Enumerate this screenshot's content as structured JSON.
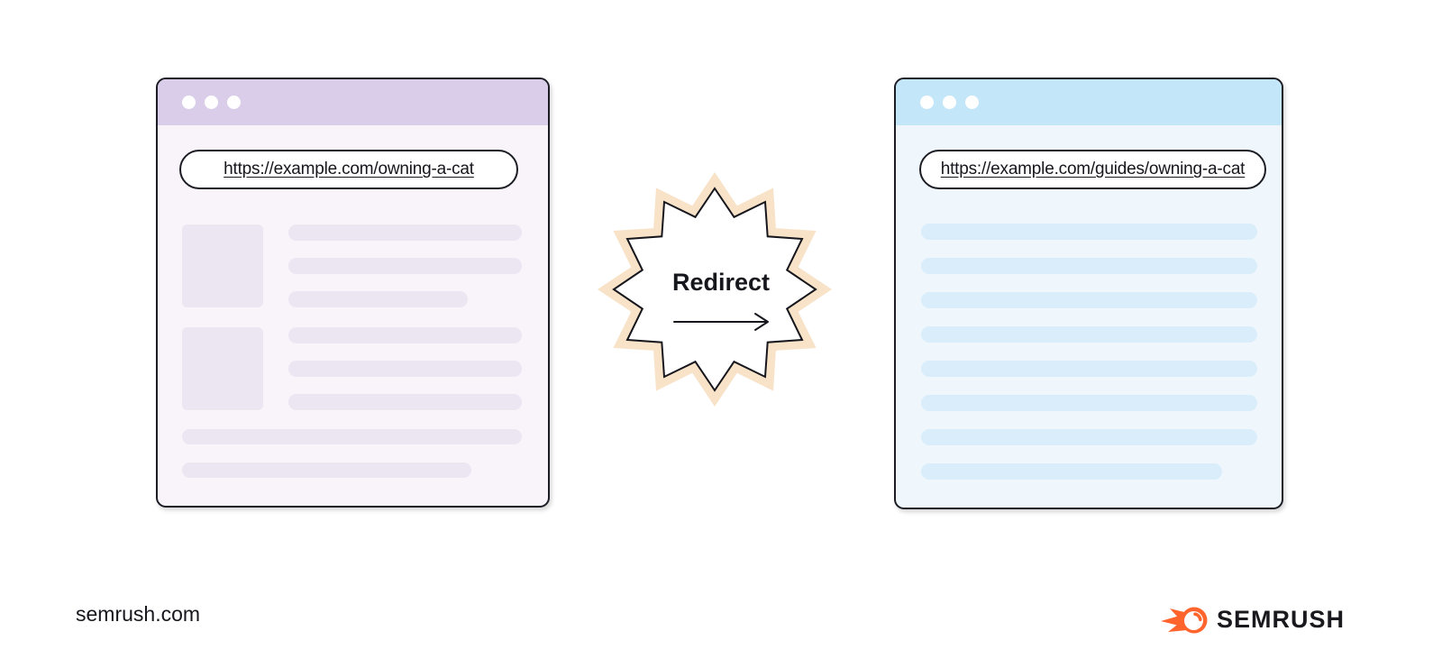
{
  "before_window": {
    "url": "https://example.com/owning-a-cat",
    "header_color": "#d9cde9",
    "body_color": "#f8f4fa",
    "placeholder_color": "#ece5f2"
  },
  "after_window": {
    "url": "https://example.com/guides/owning-a-cat",
    "header_color": "#c4e6f9",
    "body_color": "#eff7fd",
    "placeholder_color": "#d9edfb"
  },
  "redirect_badge": {
    "label": "Redirect",
    "burst_points": 12,
    "burst_outer_color": "#f8e2c8",
    "burst_inner_color": "#ffffff",
    "outline_color": "#16161d"
  },
  "footer": {
    "watermark": "semrush.com",
    "brand_name": "SEMRUSH",
    "brand_color": "#ff642d"
  }
}
